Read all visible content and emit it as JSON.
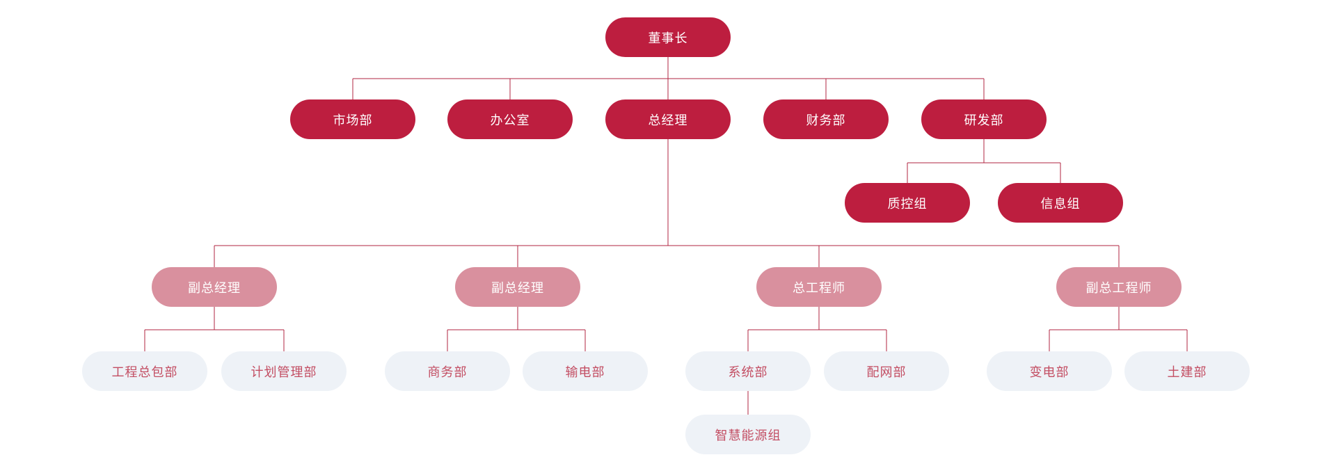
{
  "colors": {
    "primary_node_bg": "#bd1e3f",
    "primary_node_text": "#ffffff",
    "secondary_node_bg": "#d9909e",
    "secondary_node_text": "#ffffff",
    "tertiary_node_bg": "#eef2f7",
    "tertiary_node_text": "#c34e63",
    "connector_line": "#b02441",
    "background": "#ffffff"
  },
  "org": {
    "nodes": [
      {
        "id": "chairman",
        "label": "董事长",
        "variant": "dark",
        "parent": null
      },
      {
        "id": "marketing",
        "label": "市场部",
        "variant": "dark",
        "parent": "董事长"
      },
      {
        "id": "office",
        "label": "办公室",
        "variant": "dark",
        "parent": "董事长"
      },
      {
        "id": "general-manager",
        "label": "总经理",
        "variant": "dark",
        "parent": "董事长"
      },
      {
        "id": "finance",
        "label": "财务部",
        "variant": "dark",
        "parent": "董事长"
      },
      {
        "id": "rnd",
        "label": "研发部",
        "variant": "dark",
        "parent": "董事长"
      },
      {
        "id": "quality-control",
        "label": "质控组",
        "variant": "dark",
        "parent": "研发部"
      },
      {
        "id": "information",
        "label": "信息组",
        "variant": "dark",
        "parent": "研发部"
      },
      {
        "id": "deputy-gm-1",
        "label": "副总经理",
        "variant": "pink",
        "parent": "总经理"
      },
      {
        "id": "deputy-gm-2",
        "label": "副总经理",
        "variant": "pink",
        "parent": "总经理"
      },
      {
        "id": "chief-engineer",
        "label": "总工程师",
        "variant": "pink",
        "parent": "总经理"
      },
      {
        "id": "deputy-chief-engineer",
        "label": "副总工程师",
        "variant": "pink",
        "parent": "总经理"
      },
      {
        "id": "epc",
        "label": "工程总包部",
        "variant": "light",
        "parent": "副总经理"
      },
      {
        "id": "planning",
        "label": "计划管理部",
        "variant": "light",
        "parent": "副总经理"
      },
      {
        "id": "commerce",
        "label": "商务部",
        "variant": "light",
        "parent": "副总经理"
      },
      {
        "id": "transmission",
        "label": "输电部",
        "variant": "light",
        "parent": "副总经理"
      },
      {
        "id": "system",
        "label": "系统部",
        "variant": "light",
        "parent": "总工程师"
      },
      {
        "id": "distribution",
        "label": "配网部",
        "variant": "light",
        "parent": "总工程师"
      },
      {
        "id": "substation",
        "label": "变电部",
        "variant": "light",
        "parent": "副总工程师"
      },
      {
        "id": "civil",
        "label": "土建部",
        "variant": "light",
        "parent": "副总工程师"
      },
      {
        "id": "smart-energy",
        "label": "智慧能源组",
        "variant": "light",
        "parent": "系统部"
      }
    ]
  }
}
